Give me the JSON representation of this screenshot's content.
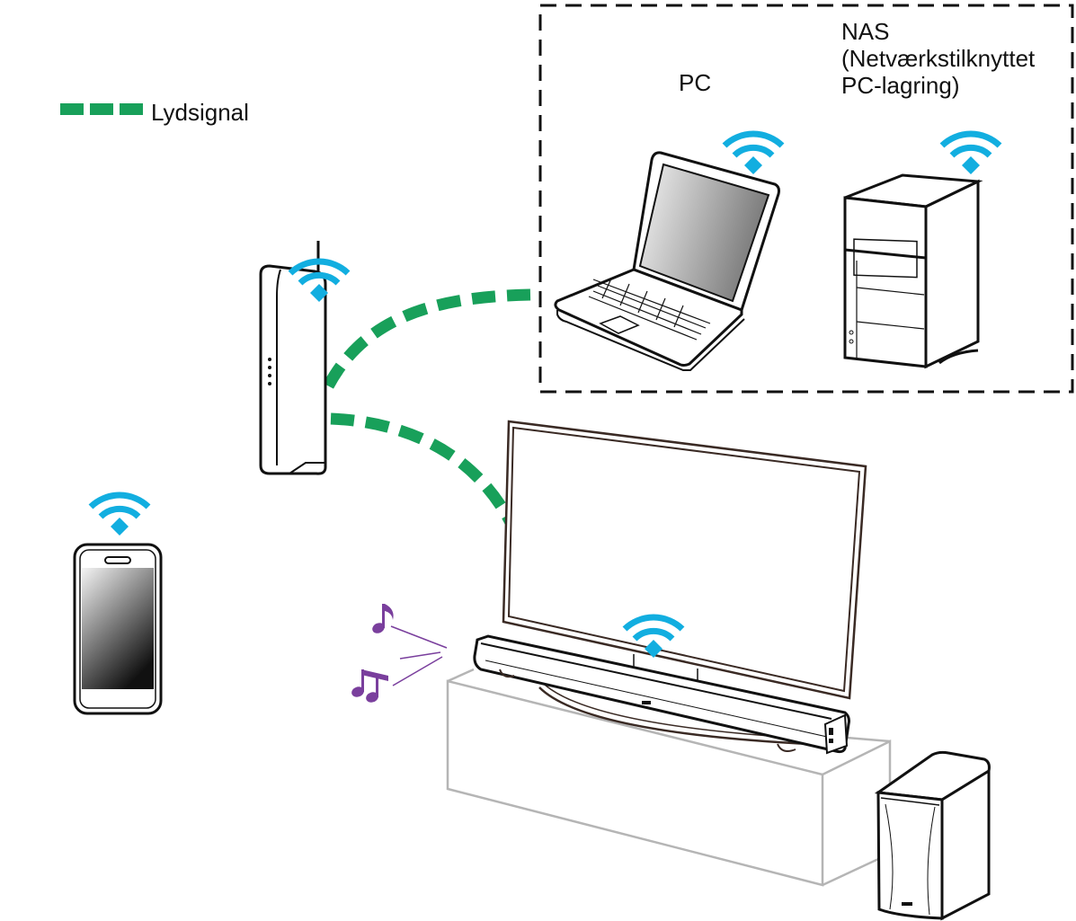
{
  "legend": {
    "label": "Lydsignal",
    "color": "#18a05a",
    "style": "dashed-thick"
  },
  "network_group": {
    "style": "dashed-box",
    "devices": [
      {
        "id": "pc",
        "label": "PC",
        "icon": "laptop-icon",
        "wireless": true
      },
      {
        "id": "nas",
        "label_lines": [
          "NAS",
          "(Netværkstilknyttet",
          "PC-lagring)"
        ],
        "icon": "nas-tower-icon",
        "wireless": true
      }
    ]
  },
  "devices": [
    {
      "id": "router",
      "icon": "router-icon",
      "wireless": true
    },
    {
      "id": "smartphone",
      "icon": "smartphone-icon",
      "wireless": true
    },
    {
      "id": "tv",
      "icon": "tv-icon",
      "wireless": false
    },
    {
      "id": "soundbar",
      "icon": "soundbar-icon",
      "wireless": true
    },
    {
      "id": "subwoofer",
      "icon": "subwoofer-icon",
      "wireless": false
    }
  ],
  "signal_paths": [
    {
      "from": "network_group",
      "to": "router",
      "type": "audio"
    },
    {
      "from": "router",
      "to": "soundbar",
      "type": "audio",
      "arrow": true
    }
  ],
  "colors": {
    "audio_signal": "#18a05a",
    "wifi": "#12aee0",
    "music_notes": "#7a3f9d",
    "outline": "#111111",
    "furniture": "#b5b5b5"
  }
}
